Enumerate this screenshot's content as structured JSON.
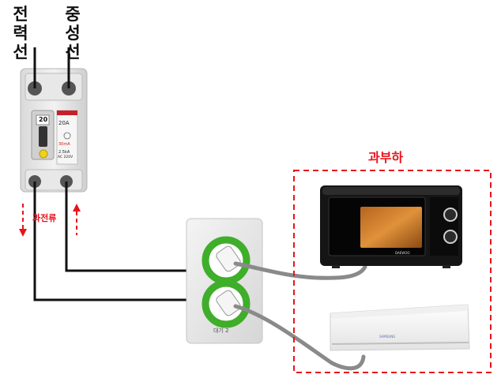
{
  "labels": {
    "power_line": [
      "전",
      "력",
      "선"
    ],
    "neutral_line": [
      "중",
      "성",
      "선"
    ],
    "overcurrent": "과전류",
    "overload": "과부하"
  },
  "breaker": {
    "rating": "20A",
    "number": "20",
    "sens": "30mA",
    "spec1": "2.5kA",
    "spec2": "AC 220V"
  },
  "outlet": {
    "label": "대기 2"
  },
  "microwave": {
    "brand": "DAEWOO"
  },
  "aircon": {
    "brand": "SAMSUNG"
  },
  "colors": {
    "accent_red": "#e8141c",
    "wire": "#111111",
    "cord": "#8a8a8a",
    "socket_green": "#3fae2a"
  }
}
